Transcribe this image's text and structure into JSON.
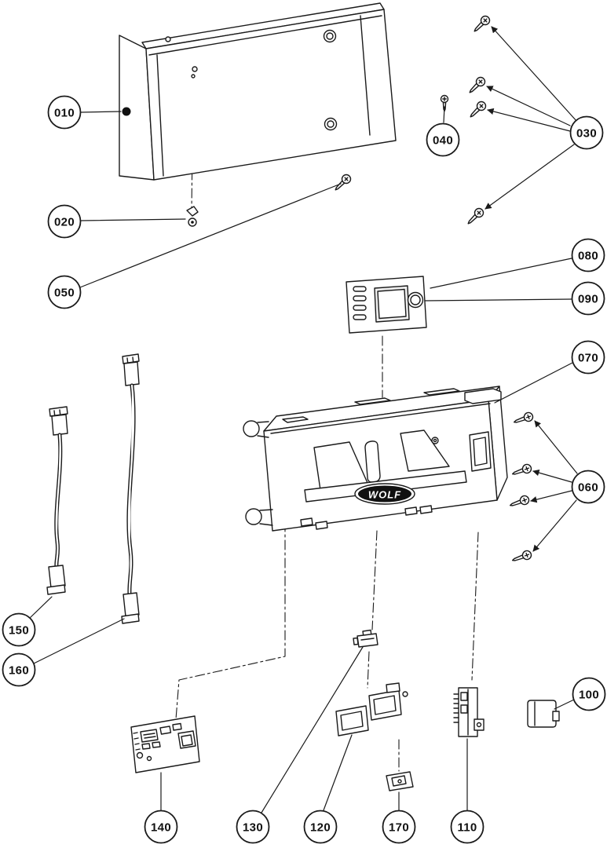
{
  "diagram": {
    "type": "exploded-parts-diagram",
    "background_color": "#ffffff",
    "line_color": "#1a1a1a",
    "brand_logo": "WOLF",
    "callouts": {
      "c010": {
        "label": "010"
      },
      "c020": {
        "label": "020"
      },
      "c030": {
        "label": "030"
      },
      "c040": {
        "label": "040"
      },
      "c050": {
        "label": "050"
      },
      "c060": {
        "label": "060"
      },
      "c070": {
        "label": "070"
      },
      "c080": {
        "label": "080"
      },
      "c090": {
        "label": "090"
      },
      "c100": {
        "label": "100"
      },
      "c110": {
        "label": "110"
      },
      "c120": {
        "label": "120"
      },
      "c130": {
        "label": "130"
      },
      "c140": {
        "label": "140"
      },
      "c150": {
        "label": "150"
      },
      "c160": {
        "label": "160"
      },
      "c170": {
        "label": "170"
      }
    }
  }
}
